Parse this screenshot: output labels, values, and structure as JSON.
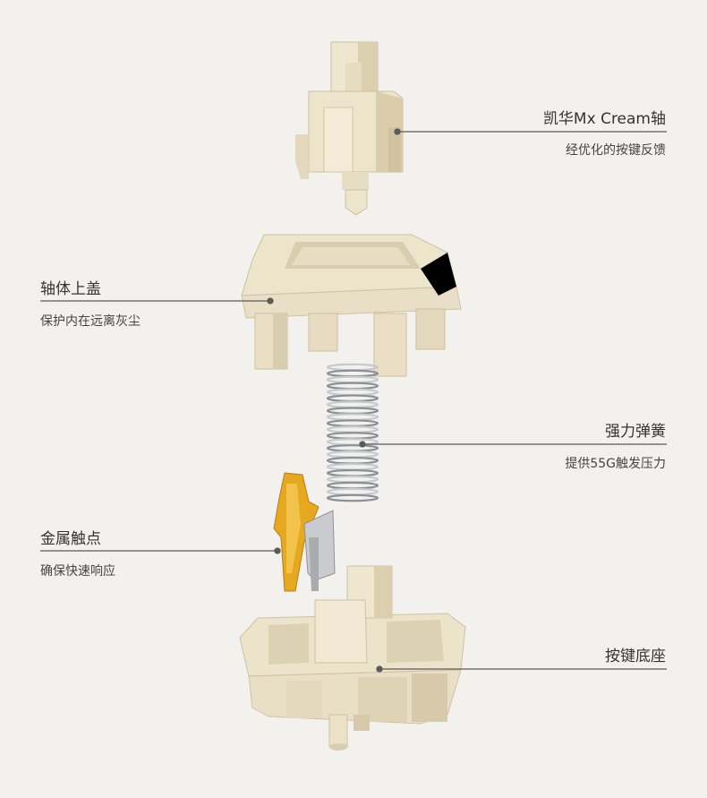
{
  "colors": {
    "background": "#f2f1ee",
    "cream": "#ece3cd",
    "cream_shadow": "#d6c9aa",
    "cream_dark": "#bfae8a",
    "gold": "#e0a71c",
    "steel": "#b9bcc0",
    "line": "#5a5a5a"
  },
  "annotations": {
    "stem": {
      "title": "凯华Mx Cream轴",
      "desc": "经优化的按键反馈"
    },
    "top_housing": {
      "title": "轴体上盖",
      "desc": "保护内在远离灰尘"
    },
    "spring": {
      "title": "强力弹簧",
      "desc": "提供55G触发压力"
    },
    "contacts": {
      "title": "金属触点",
      "desc": "确保快速响应"
    },
    "bottom_housing": {
      "title": "按键底座"
    }
  }
}
